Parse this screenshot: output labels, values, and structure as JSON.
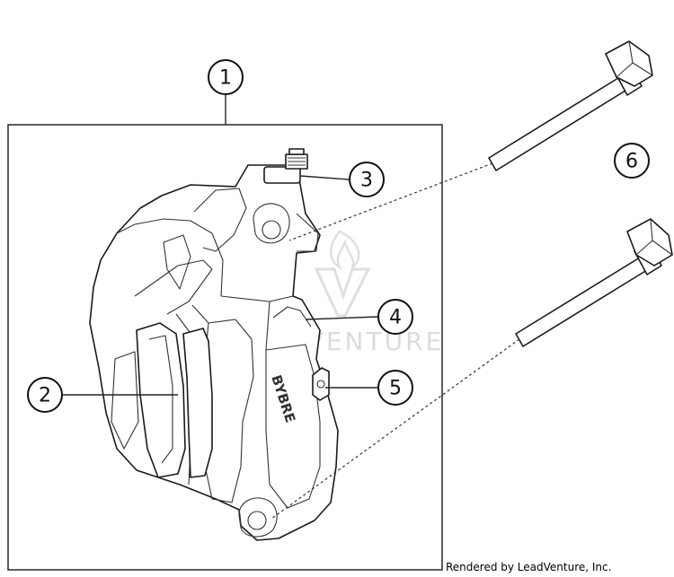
{
  "callouts": [
    {
      "id": "1",
      "label": "1"
    },
    {
      "id": "2",
      "label": "2"
    },
    {
      "id": "3",
      "label": "3"
    },
    {
      "id": "4",
      "label": "4"
    },
    {
      "id": "5",
      "label": "5"
    },
    {
      "id": "6",
      "label": "6"
    }
  ],
  "watermark": {
    "text": "ENDVENTURE"
  },
  "brand_marking": {
    "text": "BYBRE"
  },
  "credit": {
    "text": "Rendered by LeadVenture, Inc."
  },
  "colors": {
    "line": "#1a1a1a",
    "watermark": "#d9d9d9",
    "background": "#ffffff"
  }
}
